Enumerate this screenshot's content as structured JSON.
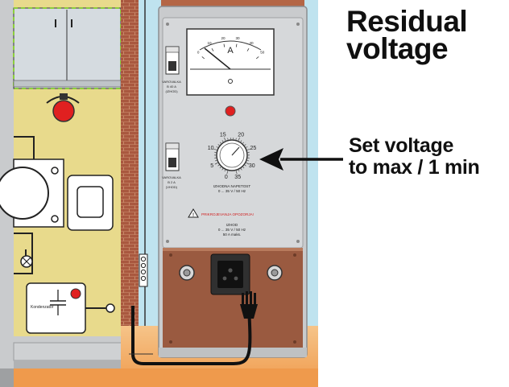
{
  "title": {
    "line1": "Residual",
    "line2": "voltage"
  },
  "callout": {
    "line1": "Set voltage",
    "line2": "to max / 1 min"
  },
  "ammeter": {
    "unit": "A",
    "scale_labels": [
      "0",
      "10",
      "20",
      "30",
      "40",
      "50"
    ]
  },
  "breaker_top": {
    "line1": "VAROVALKA",
    "line2": "B 40 A",
    "line3": "(IZHOD)"
  },
  "breaker_bottom": {
    "line1": "VAROVALKA",
    "line2": "B 2 A",
    "line3": "(VHOD)"
  },
  "dial": {
    "labels": [
      "0",
      "5",
      "10",
      "15",
      "20",
      "25",
      "30",
      "35"
    ],
    "caption_line1": "IZHODNA NAPETOST",
    "caption_line2": "0 ... 35 V / 50 Hz"
  },
  "warning": {
    "text": "PRIKROJEVANJA OPOZORJA!"
  },
  "output_spec": {
    "line1": "IZHOD",
    "line2": "0 ... 35 V / 50 Hz",
    "line3": "50 A maks."
  },
  "capacitor": {
    "label": "Kondenzator"
  },
  "colors": {
    "background": "#ffffff",
    "sky": "#bfe3ef",
    "ground": "#f3a860",
    "wall_yellow": "#e8da8c",
    "panel_grey": "#d6d8da",
    "base_brown": "#9a5a40",
    "indicator_red": "#e02020",
    "arrow": "#101010"
  }
}
